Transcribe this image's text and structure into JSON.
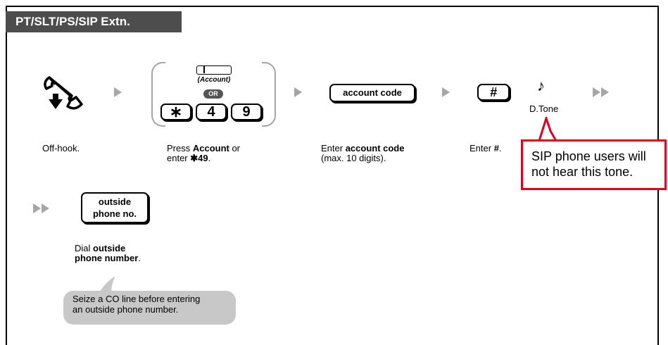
{
  "header": {
    "title": "PT/SLT/PS/SIP Extn."
  },
  "steps": {
    "offhook": {
      "caption": "Off-hook."
    },
    "account": {
      "key_label": "(Account)",
      "or_label": "OR",
      "keys": [
        "∗",
        "4",
        "9"
      ],
      "caption_pre": "Press ",
      "caption_bold1": "Account",
      "caption_mid": " or",
      "caption_line2_pre": "enter ",
      "caption_bold2": "✱49",
      "caption_post": "."
    },
    "account_code": {
      "button_label": "account code",
      "caption_pre": "Enter ",
      "caption_bold": "account code",
      "caption_line2": "(max. 10 digits)."
    },
    "hash": {
      "key_label": "#",
      "caption_pre": "Enter ",
      "caption_bold": "#",
      "caption_post": "."
    },
    "dial_tone": {
      "label": "D.Tone"
    },
    "outside": {
      "button_line1": "outside",
      "button_line2": "phone no.",
      "caption_pre": "Dial ",
      "caption_bold1": "outside",
      "caption_bold2": "phone number",
      "caption_post": "."
    }
  },
  "callout": {
    "line1": "SIP phone users will",
    "line2": "not hear this tone."
  },
  "tip": {
    "line1": "Seize a CO line before entering",
    "line2": "an outside phone number."
  },
  "colors": {
    "header_bg": "#4d4d4d",
    "arrow": "#a6a6a6",
    "callout_border": "#e0001b",
    "tip_bg": "#c8c8c8"
  }
}
